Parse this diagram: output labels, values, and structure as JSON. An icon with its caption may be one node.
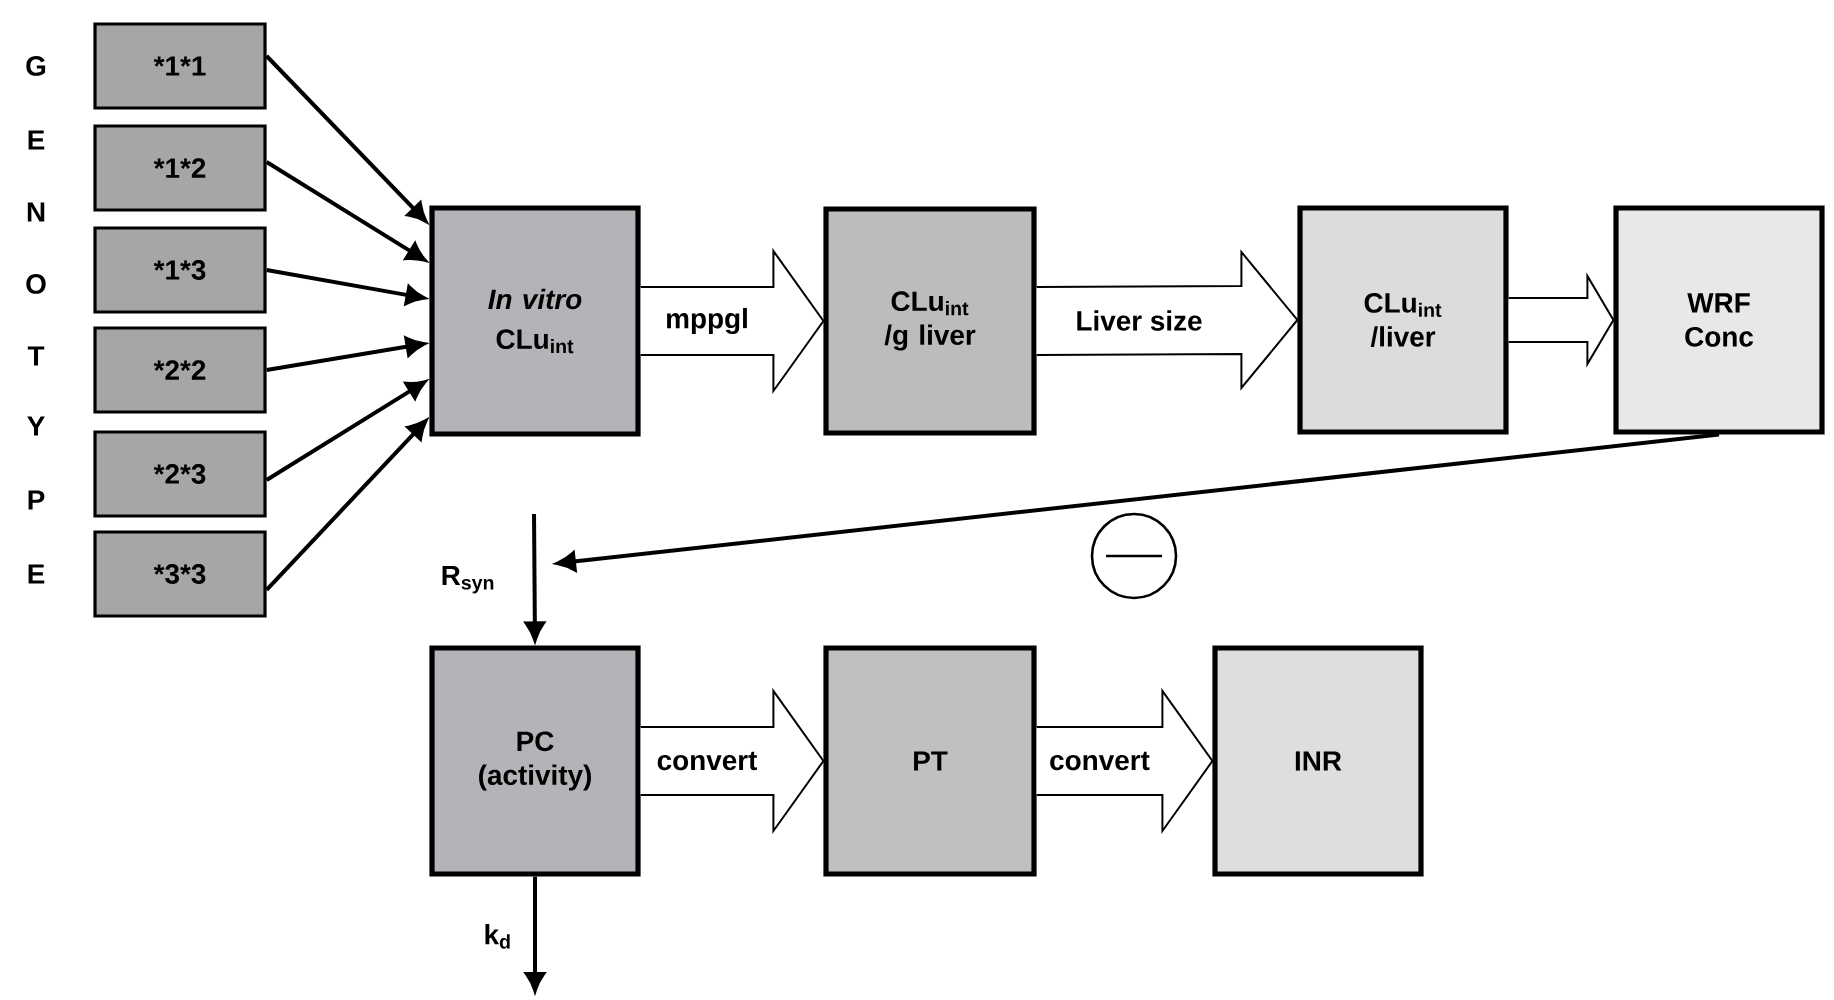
{
  "diagram": {
    "nodes": [
      {
        "text": [
          "*1*1"
        ]
      },
      {
        "text": [
          "*1*2"
        ]
      },
      {
        "text": [
          "*1*3"
        ]
      },
      {
        "text": [
          "*2*2"
        ]
      },
      {
        "text": [
          "*2*3"
        ]
      },
      {
        "text": [
          "*3*3"
        ]
      },
      {
        "text": [
          "In vitro",
          "CLu$_{int}$"
        ]
      },
      {
        "text": [
          "CLu$_{int}$ /g liver"
        ]
      },
      {
        "text": [
          "CLu$_{int}$ /liver"
        ]
      },
      {
        "text": [
          "WRF Conc"
        ]
      },
      {
        "text": [
          "PC (activity)"
        ]
      },
      {
        "text": [
          "PT"
        ]
      },
      {
        "text": [
          "INR"
        ]
      }
    ],
    "edges": [
      {
        "from": 0,
        "to": 6,
        "arrow": "to"
      },
      {
        "from": 1,
        "to": 6,
        "arrow": "to"
      },
      {
        "from": 2,
        "to": 6,
        "arrow": "to"
      },
      {
        "from": 3,
        "to": 6,
        "arrow": "to"
      },
      {
        "from": 4,
        "to": 6,
        "arrow": "to"
      },
      {
        "from": 5,
        "to": 6,
        "arrow": "to"
      },
      {
        "from": 6,
        "to": 7,
        "arrow": "to",
        "label": "mppgl",
        "style": "thick"
      },
      {
        "from": 7,
        "to": 8,
        "arrow": "to",
        "label": "Liver size",
        "style": "thick"
      },
      {
        "from": 8,
        "to": 9,
        "arrow": "to",
        "style": "thick"
      },
      {
        "from": 9,
        "to": null,
        "arrow": "to"
      },
      {
        "from": null,
        "to": 10,
        "arrow": "to",
        "label": "R$_{syn}$"
      },
      {
        "from": 10,
        "to": null,
        "arrow": "to",
        "label": "k$_{d}$"
      },
      {
        "from": 10,
        "to": 11,
        "arrow": "to",
        "label": "convert",
        "style": "thick"
      },
      {
        "from": 11,
        "to": 12,
        "arrow": "to",
        "label": "convert",
        "style": "thick"
      }
    ],
    "labels": [
      "G",
      "E",
      "N",
      "O",
      "T",
      "Y",
      "P",
      "E"
    ]
  }
}
